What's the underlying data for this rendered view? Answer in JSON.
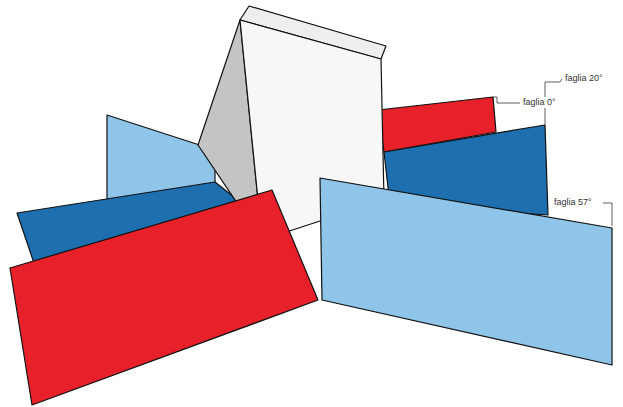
{
  "diagram": {
    "labels": [
      "faglia 0°",
      "faglia 20°",
      "faglia 57°"
    ]
  }
}
